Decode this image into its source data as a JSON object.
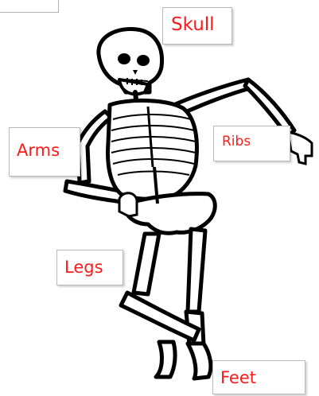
{
  "labels": {
    "skull": "Skull",
    "arms": "Arms",
    "ribs": "Ribs",
    "legs": "Legs",
    "feet": "Feet"
  },
  "colors": {
    "label_text": "#ff1a1a",
    "outline": "#000000",
    "bone": "#ffffff"
  }
}
